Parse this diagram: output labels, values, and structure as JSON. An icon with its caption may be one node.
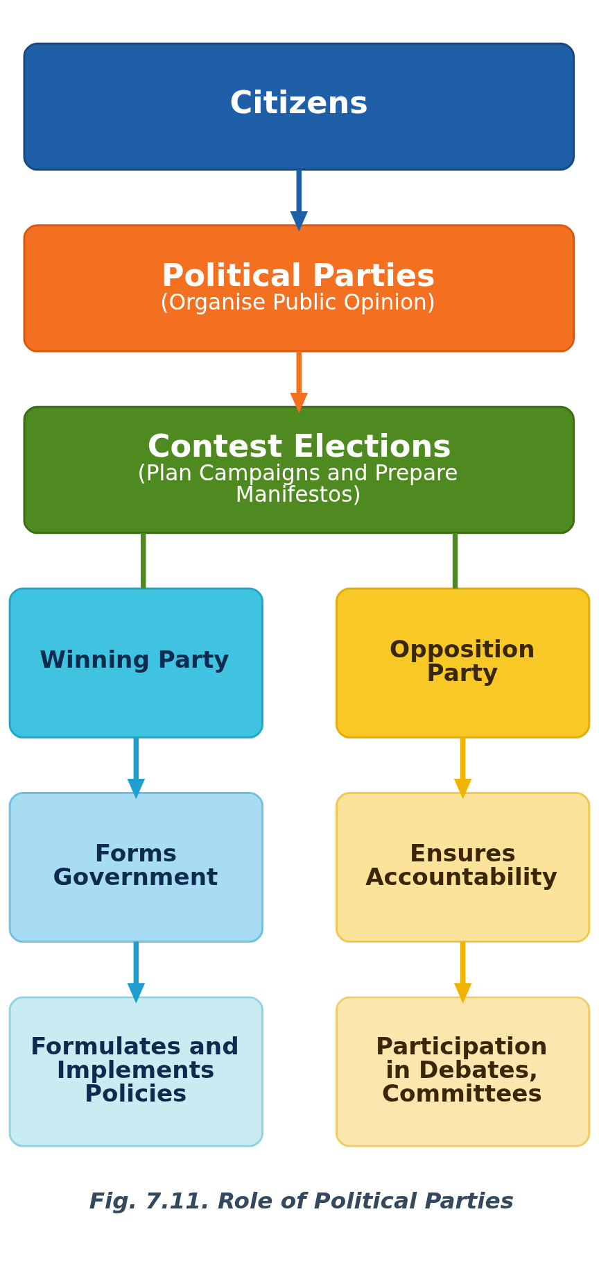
{
  "diagram": {
    "caption": "Fig. 7.11. Role of Political Parties",
    "nodes": [
      {
        "text": [
          "Citizens"
        ]
      },
      {
        "text": [
          "Political Parties",
          "(Organise Public Opinion)"
        ]
      },
      {
        "text": [
          "Contest Elections",
          "(Plan Campaigns and Prepare Manifestos)"
        ]
      },
      {
        "text": [
          "Winning Party"
        ]
      },
      {
        "text": [
          "Opposition Party"
        ]
      },
      {
        "text": [
          "Forms Government"
        ]
      },
      {
        "text": [
          "Ensures Accountability"
        ]
      },
      {
        "text": [
          "Formulates and Implements Policies"
        ]
      },
      {
        "text": [
          "Participation in Debates, Committees"
        ]
      }
    ],
    "edges": [
      {
        "from": 0,
        "to": 1,
        "arrow": "to",
        "color": "#1f5fa8"
      },
      {
        "from": 1,
        "to": 2,
        "arrow": "to",
        "color": "#f37021"
      },
      {
        "from": 2,
        "to": 3,
        "arrow": "none",
        "color": "#4e8a1f"
      },
      {
        "from": 2,
        "to": 4,
        "arrow": "none",
        "color": "#4e8a1f"
      },
      {
        "from": 3,
        "to": 5,
        "arrow": "to",
        "color": "#1e9fd0"
      },
      {
        "from": 5,
        "to": 7,
        "arrow": "to",
        "color": "#1e9fd0"
      },
      {
        "from": 4,
        "to": 6,
        "arrow": "to",
        "color": "#f0b400"
      },
      {
        "from": 6,
        "to": 8,
        "arrow": "to",
        "color": "#f0b400"
      }
    ]
  }
}
